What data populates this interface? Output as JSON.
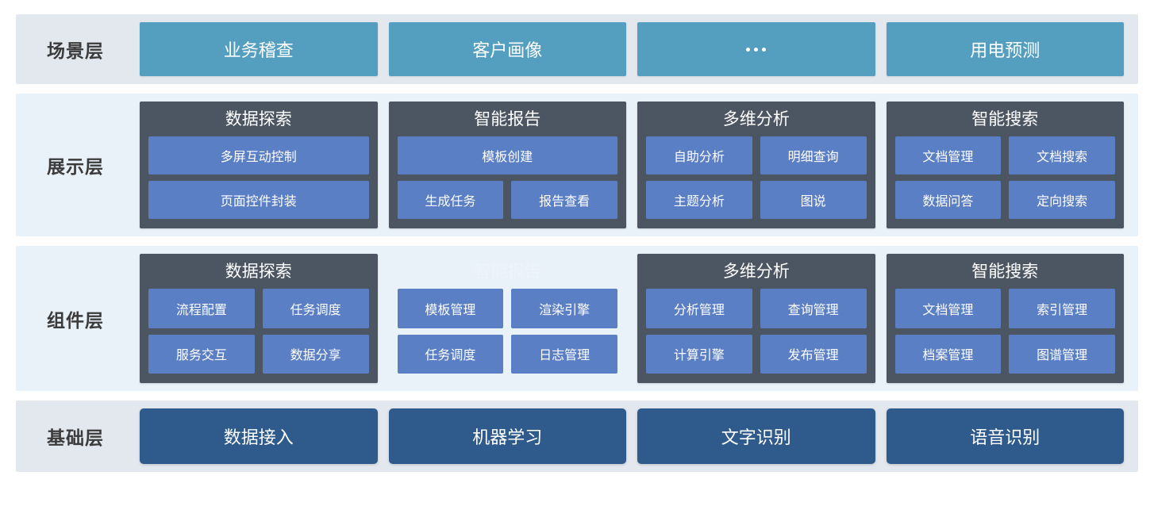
{
  "palette": {
    "row_gray": "#e3e8ef",
    "row_blue": "#e9f1f9",
    "scenario_card": "#549fc0",
    "group_card": "#4c5663",
    "chip": "#5b7fc4",
    "base_card": "#2f5b8c",
    "label_text": "#3b3b3b",
    "card_text": "#ffffff"
  },
  "layers": [
    {
      "id": "scenario",
      "label": "场景层",
      "tone": "gray",
      "cards": [
        {
          "title": "业务稽查"
        },
        {
          "title": "客户画像"
        },
        {
          "title": "...",
          "is_ellipsis": true
        },
        {
          "title": "用电预测"
        }
      ]
    },
    {
      "id": "display",
      "label": "展示层",
      "tone": "blue",
      "cards": [
        {
          "title": "数据探索",
          "chip_rows": [
            [
              "多屏互动控制"
            ],
            [
              "页面控件封装"
            ]
          ]
        },
        {
          "title": "智能报告",
          "chip_rows": [
            [
              "模板创建"
            ],
            [
              "生成任务",
              "报告查看"
            ]
          ]
        },
        {
          "title": "多维分析",
          "chip_rows": [
            [
              "自助分析",
              "明细查询"
            ],
            [
              "主题分析",
              "图说"
            ]
          ]
        },
        {
          "title": "智能搜索",
          "chip_rows": [
            [
              "文档管理",
              "文档搜索"
            ],
            [
              "数据问答",
              "定向搜索"
            ]
          ]
        }
      ]
    },
    {
      "id": "component",
      "label": "组件层",
      "tone": "blue",
      "cards": [
        {
          "title": "数据探索",
          "chip_rows": [
            [
              "流程配置",
              "任务调度"
            ],
            [
              "服务交互",
              "数据分享"
            ]
          ]
        },
        {
          "title": "智能报告",
          "ghost": true,
          "chip_rows": [
            [
              "模板管理",
              "渲染引擎"
            ],
            [
              "任务调度",
              "日志管理"
            ]
          ]
        },
        {
          "title": "多维分析",
          "chip_rows": [
            [
              "分析管理",
              "查询管理"
            ],
            [
              "计算引擎",
              "发布管理"
            ]
          ]
        },
        {
          "title": "智能搜索",
          "chip_rows": [
            [
              "文档管理",
              "索引管理"
            ],
            [
              "档案管理",
              "图谱管理"
            ]
          ]
        }
      ]
    },
    {
      "id": "base",
      "label": "基础层",
      "tone": "gray",
      "cards": [
        {
          "title": "数据接入"
        },
        {
          "title": "机器学习"
        },
        {
          "title": "文字识别"
        },
        {
          "title": "语音识别"
        }
      ]
    }
  ]
}
